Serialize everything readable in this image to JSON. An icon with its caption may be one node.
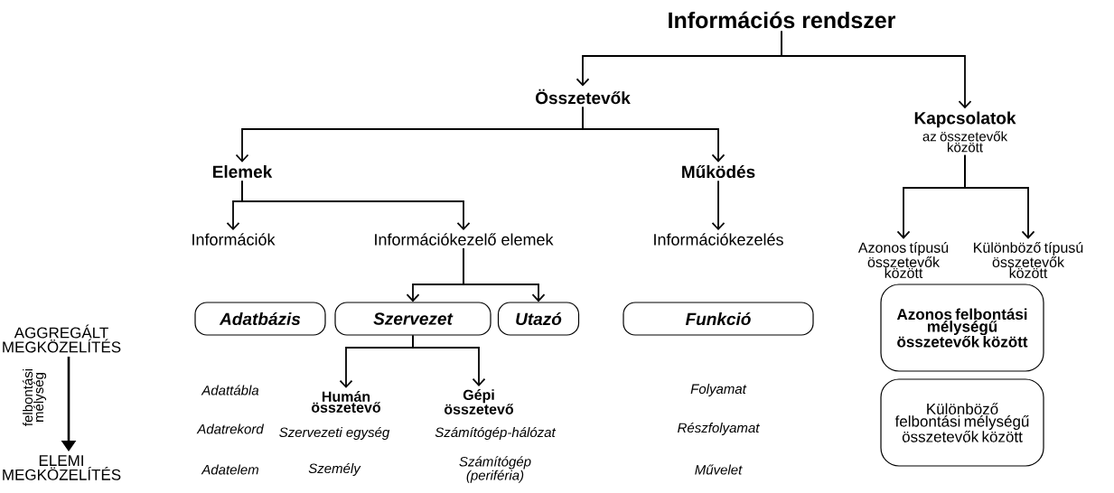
{
  "diagram": {
    "nodes": [
      {
        "text": [
          "Információs rendszer"
        ]
      },
      {
        "text": [
          "Összetevők"
        ]
      },
      {
        "text": [
          "Kapcsolatok",
          "az összetevők között"
        ]
      },
      {
        "text": [
          "Elemek"
        ]
      },
      {
        "text": [
          "Működés"
        ]
      },
      {
        "text": [
          "Információk"
        ]
      },
      {
        "text": [
          "Információkezelő elemek"
        ]
      },
      {
        "text": [
          "Információkezelés"
        ]
      },
      {
        "text": [
          "Azonos típusú összetevők között"
        ]
      },
      {
        "text": [
          "Különböző típusú összetevők között"
        ]
      },
      {
        "text": [
          "Adatbázis"
        ]
      },
      {
        "text": [
          "Szervezet"
        ]
      },
      {
        "text": [
          "Utazó"
        ]
      },
      {
        "text": [
          "Funkció"
        ]
      },
      {
        "text": [
          "Azonos felbontási mélységű összetevők között"
        ]
      },
      {
        "text": [
          "Különböző felbontási mélységű összetevők között"
        ]
      },
      {
        "text": [
          "Humán összetevő"
        ]
      },
      {
        "text": [
          "Gépi összetevő"
        ]
      }
    ],
    "edges": [
      {
        "from": 0,
        "to": 1,
        "arrow": "to"
      },
      {
        "from": 0,
        "to": 2,
        "arrow": "to"
      },
      {
        "from": 1,
        "to": 3,
        "arrow": "to"
      },
      {
        "from": 1,
        "to": 4,
        "arrow": "to"
      },
      {
        "from": 3,
        "to": 5,
        "arrow": "to"
      },
      {
        "from": 3,
        "to": 6,
        "arrow": "to"
      },
      {
        "from": 4,
        "to": 7,
        "arrow": "to"
      },
      {
        "from": 2,
        "to": 8,
        "arrow": "to"
      },
      {
        "from": 2,
        "to": 9,
        "arrow": "to"
      },
      {
        "from": 6,
        "to": 11,
        "arrow": "to"
      },
      {
        "from": 6,
        "to": 12,
        "arrow": "to"
      },
      {
        "from": 11,
        "to": 16,
        "arrow": "to"
      },
      {
        "from": 11,
        "to": 17,
        "arrow": "to"
      }
    ],
    "labels": [
      "AGGREGÁLT MEGKÖZELÍTÉS",
      "felbontási mélység",
      "ELEMI MEGKÖZELÍTÉS",
      "Adattábla",
      "Folyamat",
      "Adatrekord",
      "Szervezeti egység",
      "Számítógép-hálózat",
      "Részfolyamat",
      "Adatelem",
      "Személy",
      "Számítógép (periféria)",
      "Művelet"
    ]
  }
}
